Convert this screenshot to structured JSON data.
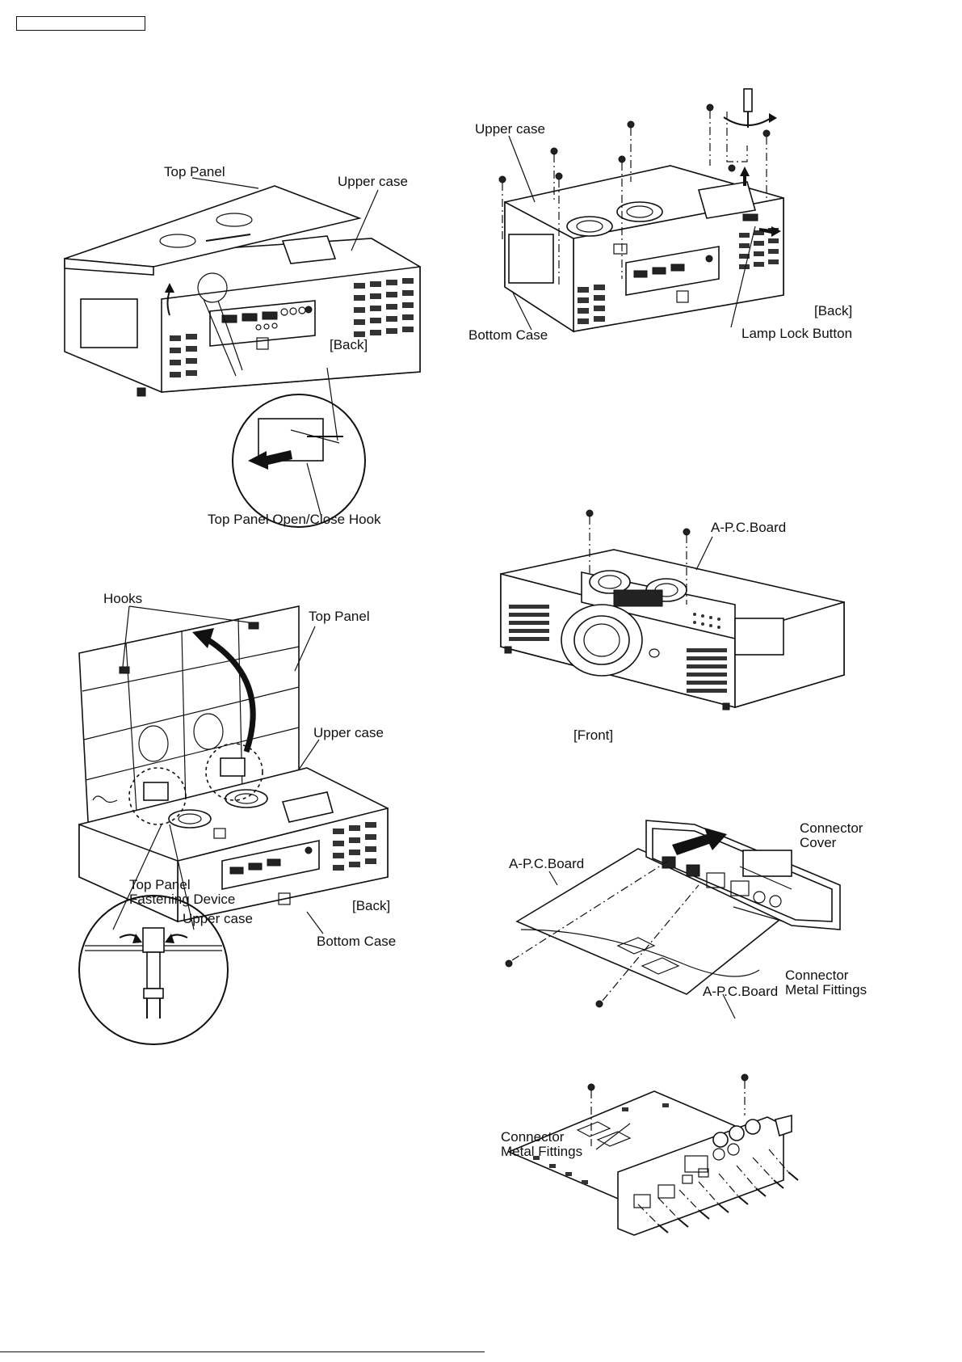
{
  "figures": {
    "fig1": {
      "top_panel": "Top Panel",
      "upper_case": "Upper case",
      "back": "[Back]",
      "hook": "Top Panel Open/Close Hook"
    },
    "fig2": {
      "upper_case": "Upper case",
      "back": "[Back]",
      "bottom_case": "Bottom Case",
      "lamp_lock": "Lamp Lock Button"
    },
    "fig3": {
      "board": "A-P.C.Board",
      "front": "[Front]"
    },
    "fig4": {
      "hooks": "Hooks",
      "top_panel": "Top Panel",
      "upper_case": "Upper case",
      "fastening_line1": "Top Panel",
      "fastening_line2": "Fastening Device",
      "detail_upper_case": "Upper case",
      "back": "[Back]",
      "bottom_case": "Bottom Case"
    },
    "fig5": {
      "board": "A-P.C.Board",
      "cover_line1": "Connector",
      "cover_line2": "Cover",
      "fittings_line1": "Connector",
      "fittings_line2": "Metal Fittings"
    },
    "fig6": {
      "board": "A-P.C.Board",
      "fittings_line1": "Connector",
      "fittings_line2": "Metal Fittings"
    }
  }
}
